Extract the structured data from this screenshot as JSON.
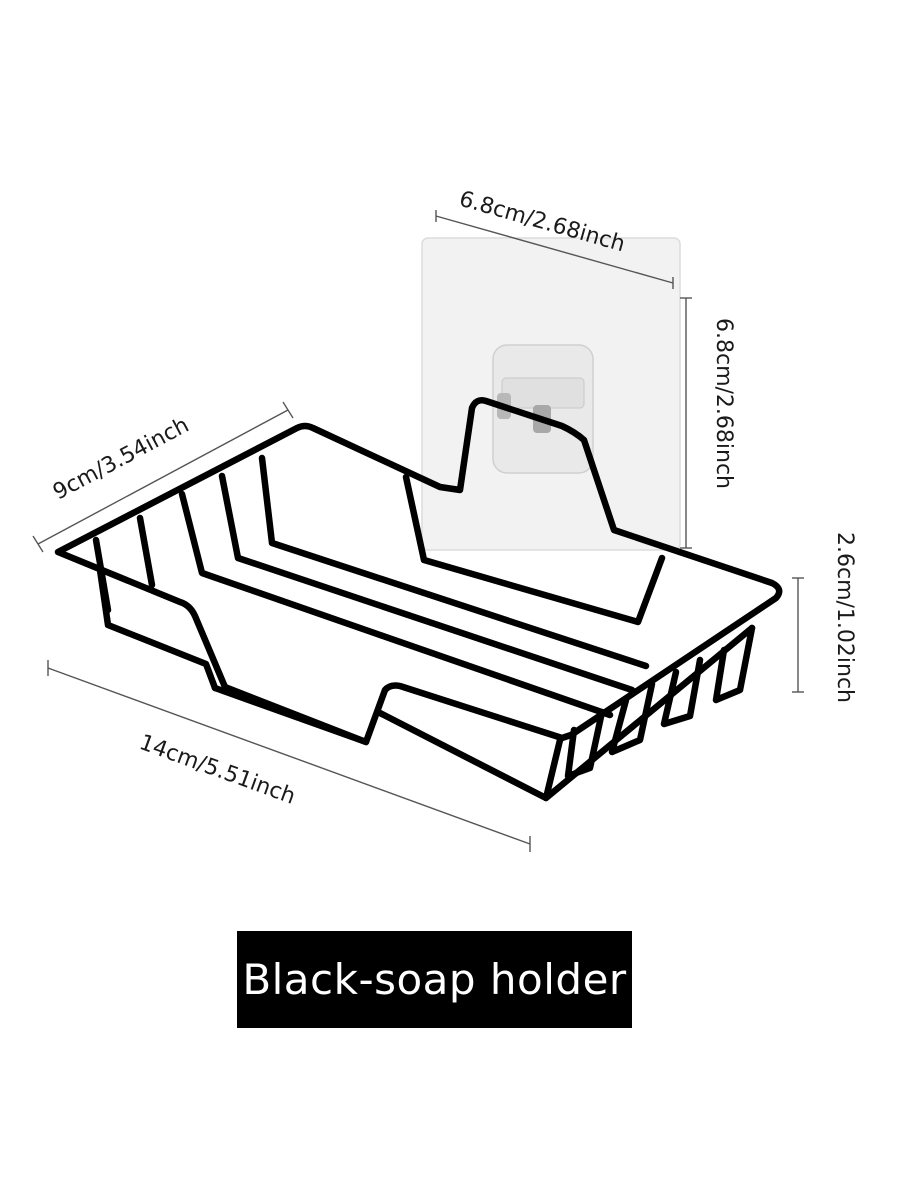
{
  "product": {
    "caption": "Black-soap holder"
  },
  "dimensions": {
    "hook_width": "6.8cm/2.68inch",
    "hook_height": "6.8cm/2.68inch",
    "depth": "9cm/3.54inch",
    "length": "14cm/5.51inch",
    "height": "2.6cm/1.02inch"
  },
  "colors": {
    "wire": "#000000",
    "hook_plate": "#f3f3f3",
    "caption_bg": "#000000",
    "caption_text": "#ffffff"
  }
}
